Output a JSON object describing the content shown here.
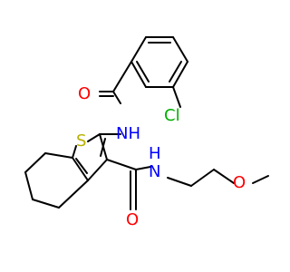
{
  "molecule": {
    "atoms": {
      "oxygen_top": "O",
      "nitrogen_top": "NH",
      "chlorine": "Cl",
      "sulfur": "S",
      "nitrogen_side": "N",
      "hydrogen_side": "H",
      "oxygen_bottom": "O",
      "oxygen_methoxy": "O"
    }
  },
  "colors": {
    "bond": "#000000",
    "oxygen": "#ff0000",
    "nitrogen": "#0000ff",
    "chlorine": "#00b000",
    "sulfur": "#b8b000"
  }
}
